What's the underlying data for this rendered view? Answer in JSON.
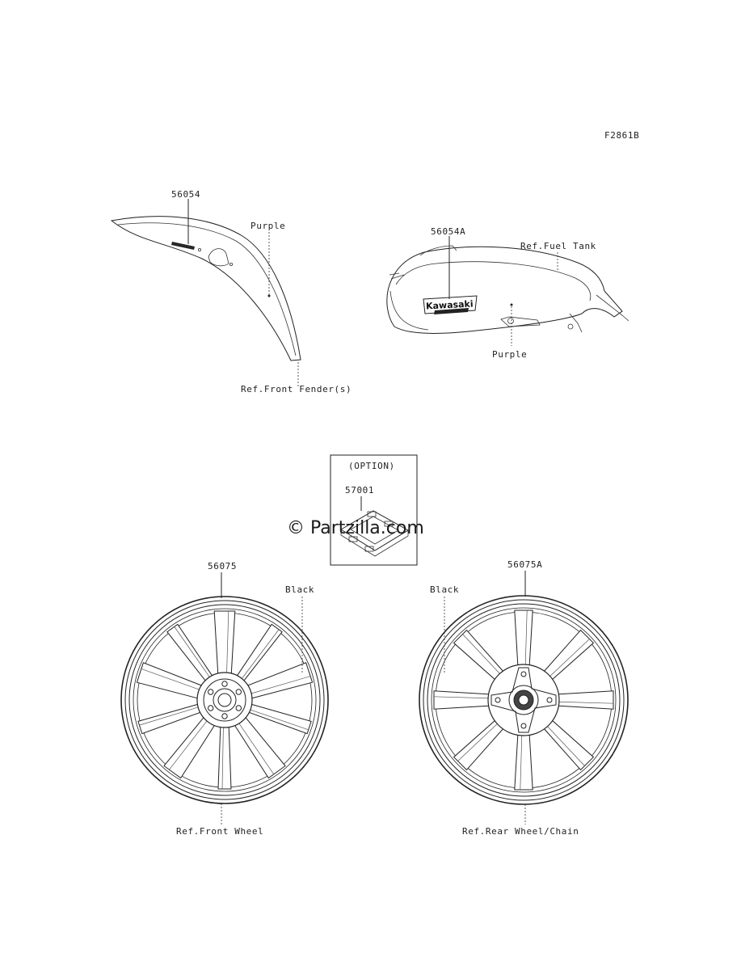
{
  "diagram_id": "F2861B",
  "watermark": "© Partzilla.com",
  "fender": {
    "part_number": "56054",
    "color_label": "Purple",
    "ref_label": "Ref.Front Fender(s)"
  },
  "fuel_tank": {
    "part_number": "56054A",
    "ref_label": "Ref.Fuel Tank",
    "color_label": "Purple",
    "brand_text": "Kawasaki"
  },
  "option_box": {
    "title": "(OPTION)",
    "part_number": "57001"
  },
  "front_wheel": {
    "part_number": "56075",
    "color_label": "Black",
    "ref_label": "Ref.Front Wheel"
  },
  "rear_wheel": {
    "part_number": "56075A",
    "color_label": "Black",
    "ref_label": "Ref.Rear Wheel/Chain"
  }
}
